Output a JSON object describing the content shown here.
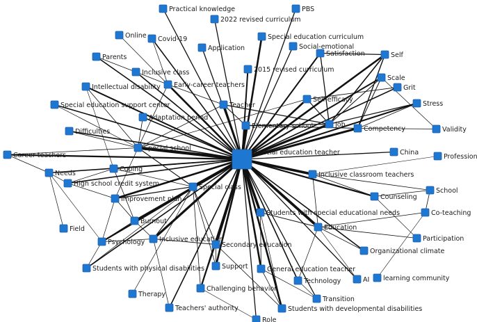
{
  "colors": {
    "node": "#1e78d2",
    "node_border": "#1f5fa8",
    "edge": "#111111",
    "label": "#1a1a1a"
  },
  "hub": "Special education teacher",
  "nodes": [
    {
      "id": "practical_knowledge",
      "label": "Practical knowledge"
    },
    {
      "id": "pbs",
      "label": "PBS"
    },
    {
      "id": "rev2022",
      "label": "2022 revised curriculum"
    },
    {
      "id": "online",
      "label": "Online"
    },
    {
      "id": "covid",
      "label": "Covid-19"
    },
    {
      "id": "sped_curriculum",
      "label": "Special education curriculum"
    },
    {
      "id": "application",
      "label": "Application"
    },
    {
      "id": "social_emotional",
      "label": "Social-emotional"
    },
    {
      "id": "parents",
      "label": "Parents"
    },
    {
      "id": "satisfaction",
      "label": "Satisfaction"
    },
    {
      "id": "self",
      "label": "Self"
    },
    {
      "id": "rev2015",
      "label": "2015 revised curriculum"
    },
    {
      "id": "inclusive_class",
      "label": "Inclusive class"
    },
    {
      "id": "scale",
      "label": "Scale"
    },
    {
      "id": "intellectual_disability",
      "label": "Intellectual disability"
    },
    {
      "id": "early_career",
      "label": "Early-career teachers"
    },
    {
      "id": "grit",
      "label": "Grit"
    },
    {
      "id": "self_efficacy",
      "label": "Self-efficacy"
    },
    {
      "id": "stress",
      "label": "Stress"
    },
    {
      "id": "sped_support_center",
      "label": "Special education support center"
    },
    {
      "id": "teacher",
      "label": "Teacher"
    },
    {
      "id": "adaptation",
      "label": "Adaptation period"
    },
    {
      "id": "elementary",
      "label": "Elementary school"
    },
    {
      "id": "job",
      "label": "Job"
    },
    {
      "id": "competency",
      "label": "Competency"
    },
    {
      "id": "validity",
      "label": "Validity"
    },
    {
      "id": "difficulties",
      "label": "Difficulties"
    },
    {
      "id": "special_school",
      "label": "Special school"
    },
    {
      "id": "china",
      "label": "China"
    },
    {
      "id": "career_teachers",
      "label": "Career teachers"
    },
    {
      "id": "professional",
      "label": "Professional"
    },
    {
      "id": "needs",
      "label": "Needs"
    },
    {
      "id": "coping",
      "label": "Coping"
    },
    {
      "id": "inclusive_classroom_teachers",
      "label": "Inclusive classroom teachers"
    },
    {
      "id": "hs_credit",
      "label": "High school credit system"
    },
    {
      "id": "special_class",
      "label": "Special class"
    },
    {
      "id": "school",
      "label": "School"
    },
    {
      "id": "counseling",
      "label": "Counseling"
    },
    {
      "id": "improvement",
      "label": "Improvement plan"
    },
    {
      "id": "co_teaching",
      "label": "Co-teaching"
    },
    {
      "id": "swsen",
      "label": "Students with special educational needs"
    },
    {
      "id": "burnout",
      "label": "Burnout"
    },
    {
      "id": "education",
      "label": "Education"
    },
    {
      "id": "field",
      "label": "Field"
    },
    {
      "id": "participation",
      "label": "Participation"
    },
    {
      "id": "psychology",
      "label": "Psychology"
    },
    {
      "id": "inclusive_education",
      "label": "Inclusive education"
    },
    {
      "id": "secondary",
      "label": "Secondary education"
    },
    {
      "id": "org_climate",
      "label": "Organizational climate"
    },
    {
      "id": "support",
      "label": "Support"
    },
    {
      "id": "swpd",
      "label": "Students with physical disabilities"
    },
    {
      "id": "gen_ed_teacher",
      "label": "General education teacher"
    },
    {
      "id": "ai",
      "label": "AI"
    },
    {
      "id": "learning_community",
      "label": "learning community"
    },
    {
      "id": "technology",
      "label": "Technology"
    },
    {
      "id": "therapy",
      "label": "Therapy"
    },
    {
      "id": "challenging_behavior",
      "label": "Challenging behavior"
    },
    {
      "id": "transition",
      "label": "Transition"
    },
    {
      "id": "teachers_authority",
      "label": "Teachers' authority"
    },
    {
      "id": "swdd",
      "label": "Students with developmental disabilities"
    },
    {
      "id": "role",
      "label": "Role"
    }
  ]
}
